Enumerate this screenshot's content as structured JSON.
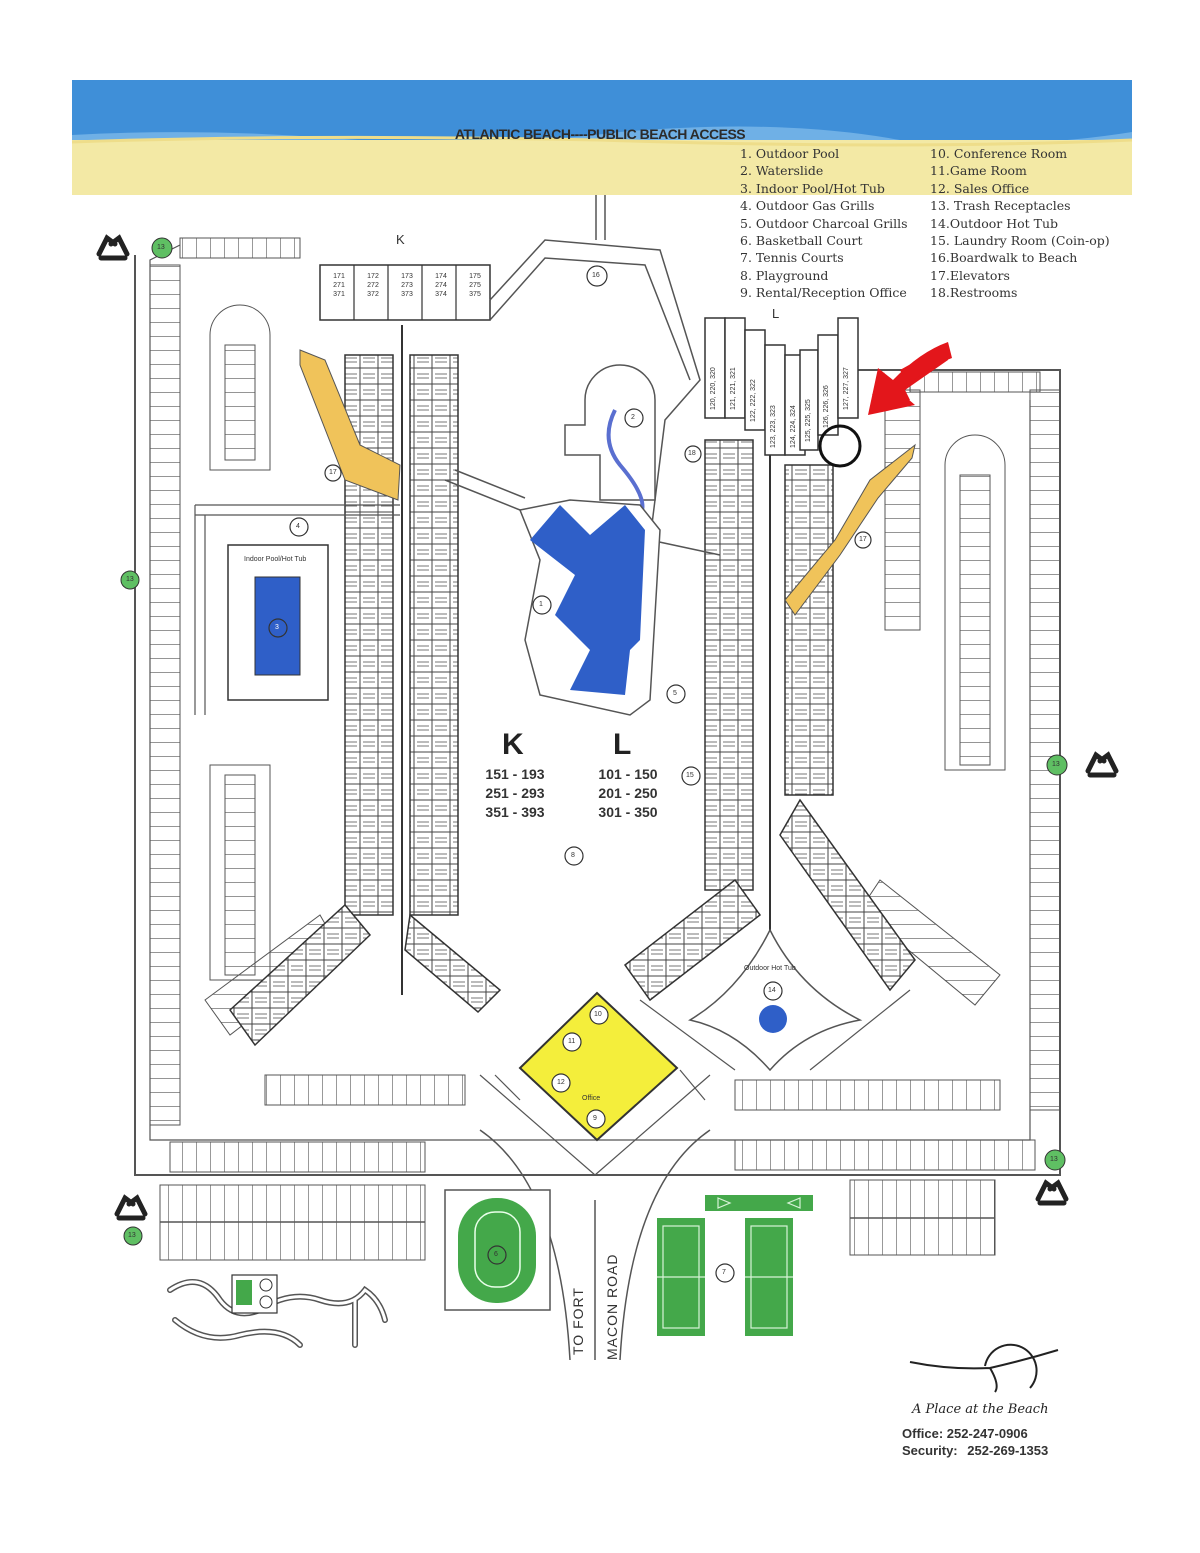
{
  "beach_title": "ATLANTIC BEACH----PUBLIC BEACH ACCESS",
  "legend_left": [
    "1. Outdoor Pool",
    "2. Waterslide",
    "3. Indoor Pool/Hot Tub",
    "4. Outdoor Gas Grills",
    "5. Outdoor Charcoal Grills",
    "6. Basketball Court",
    "7. Tennis Courts",
    "8. Playground",
    "9. Rental/Reception Office"
  ],
  "legend_right": [
    "10. Conference Room",
    "11.Game Room",
    "12. Sales Office",
    "13. Trash Receptacles",
    "14.Outdoor Hot Tub",
    "15. Laundry Room (Coin-op)",
    "16.Boardwalk to Beach",
    "17.Elevators",
    "18.Restrooms"
  ],
  "section_k": "K",
  "section_l": "L",
  "k_ranges": [
    "151 - 193",
    "251 - 293",
    "351 - 393"
  ],
  "l_ranges": [
    "101 - 150",
    "201 - 250",
    "301 - 350"
  ],
  "building_k_label": "K",
  "building_l_label": "L",
  "top_units": [
    [
      "171",
      "271",
      "371"
    ],
    [
      "172",
      "272",
      "372"
    ],
    [
      "173",
      "273",
      "373"
    ],
    [
      "174",
      "274",
      "374"
    ],
    [
      "175",
      "275",
      "375"
    ]
  ],
  "l_top_units": [
    "120, 220, 320",
    "121, 221, 321",
    "122, 222, 322",
    "123, 223, 323",
    "124, 224, 324",
    "125, 225, 325",
    "126, 226, 326",
    "127, 227, 327"
  ],
  "indoor_pool_label": "Indoor Pool/Hot Tub",
  "office_label": "Office",
  "hot_tub_label": "Outdoor Hot Tub",
  "road_to_fort": "TO FORT",
  "road_macon": "MACON ROAD",
  "brand": "A Place at the Beach",
  "office_phone_label": "Office:",
  "office_phone": "252-247-0906",
  "security_phone_label": "Security:",
  "security_phone": "252-269-1353",
  "amenity_numbers": {
    "pool": "1",
    "waterslide": "2",
    "indoor_pool": "3",
    "gas_grills": "4",
    "charcoal_grills": "5",
    "basketball": "6",
    "tennis": "7",
    "playground": "8",
    "office": "9",
    "conference": "10",
    "game_room": "11",
    "sales": "12",
    "trash": "13",
    "hot_tub": "14",
    "laundry": "15",
    "boardwalk": "16",
    "elevators": "17",
    "restrooms": "18"
  },
  "colors": {
    "ocean": "#3f8fd8",
    "sand": "#f3e9a5",
    "pool": "#2f5fc8",
    "green": "#44a84a",
    "office": "#f4ee3b",
    "elevator": "#f0c35a",
    "arrow": "#e3161b"
  }
}
